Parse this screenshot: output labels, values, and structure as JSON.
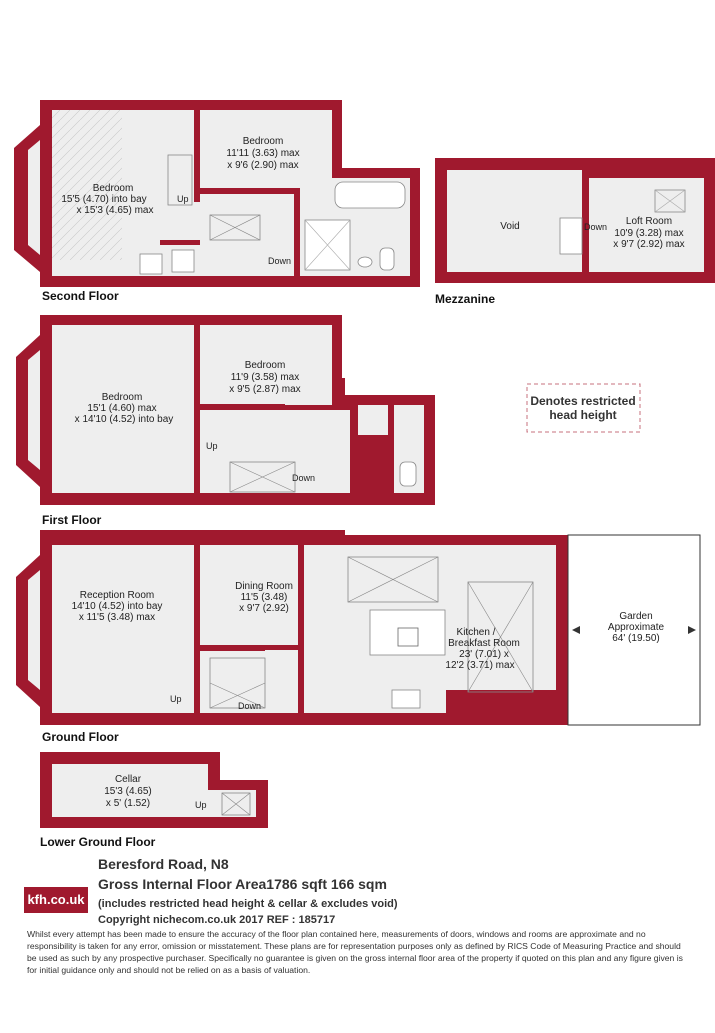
{
  "floors": {
    "second": {
      "label": "Second Floor",
      "bedroom_a": {
        "name": "Bedroom",
        "dims1": "15'5 (4.70) into bay",
        "dims2": "x 15'3 (4.65) max"
      },
      "bedroom_b": {
        "name": "Bedroom",
        "dims1": "11'11 (3.63) max",
        "dims2": "x 9'6 (2.90) max"
      },
      "up": "Up",
      "down": "Down"
    },
    "mezzanine": {
      "label": "Mezzanine",
      "void": "Void",
      "loft": {
        "name": "Loft Room",
        "dims1": "10'9 (3.28) max",
        "dims2": "x 9'7 (2.92) max"
      },
      "down": "Down"
    },
    "first": {
      "label": "First Floor",
      "bedroom_a": {
        "name": "Bedroom",
        "dims1": "15'1 (4.60) max",
        "dims2": "x 14'10 (4.52) into bay"
      },
      "bedroom_b": {
        "name": "Bedroom",
        "dims1": "11'9 (3.58) max",
        "dims2": "x 9'5 (2.87) max"
      },
      "up": "Up",
      "down": "Down"
    },
    "ground": {
      "label": "Ground Floor",
      "reception": {
        "name": "Reception Room",
        "dims1": "14'10 (4.52) into bay",
        "dims2": "x 11'5 (3.48) max"
      },
      "dining": {
        "name": "Dining Room",
        "dims1": "11'5 (3.48)",
        "dims2": "x 9'7 (2.92)"
      },
      "kitchen": {
        "name1": "Kitchen /",
        "name2": "Breakfast Room",
        "dims1": "23' (7.01) x",
        "dims2": "12'2 (3.71) max"
      },
      "garden": {
        "name": "Garden",
        "line2": "Approximate",
        "line3": "64' (19.50)"
      },
      "up": "Up",
      "down": "Down"
    },
    "lower_ground": {
      "label": "Lower Ground Floor",
      "cellar": {
        "name": "Cellar",
        "dims1": "15'3 (4.65)",
        "dims2": "x 5' (1.52)"
      },
      "up": "Up"
    }
  },
  "legend": {
    "line1": "Denotes restricted",
    "line2": "head height"
  },
  "info": {
    "address": "Beresford Road, N8",
    "area": "Gross Internal Floor Area1786 sqft 166 sqm",
    "note": "(includes restricted head height & cellar & excludes void)",
    "copyright": "Copyright nichecom.co.uk 2017 REF : 185717",
    "logo": "kfh.co.uk",
    "disclaimer": "Whilst every attempt has been made to ensure the accuracy of the floor plan contained here, measurements of doors, windows and rooms are approximate and no responsibility is taken for any error, omission or misstatement.  These plans are for representation purposes only as defined by RICS Code of Measuring Practice and should be used as such by any prospective purchaser.  Specifically no guarantee is given on the gross internal floor area of the property if quoted on this plan and any figure given is for initial guidance only and should not be relied on as a basis of valuation."
  },
  "colors": {
    "wall": "#a0192e",
    "floor": "#eeeeee",
    "text": "#222222"
  }
}
